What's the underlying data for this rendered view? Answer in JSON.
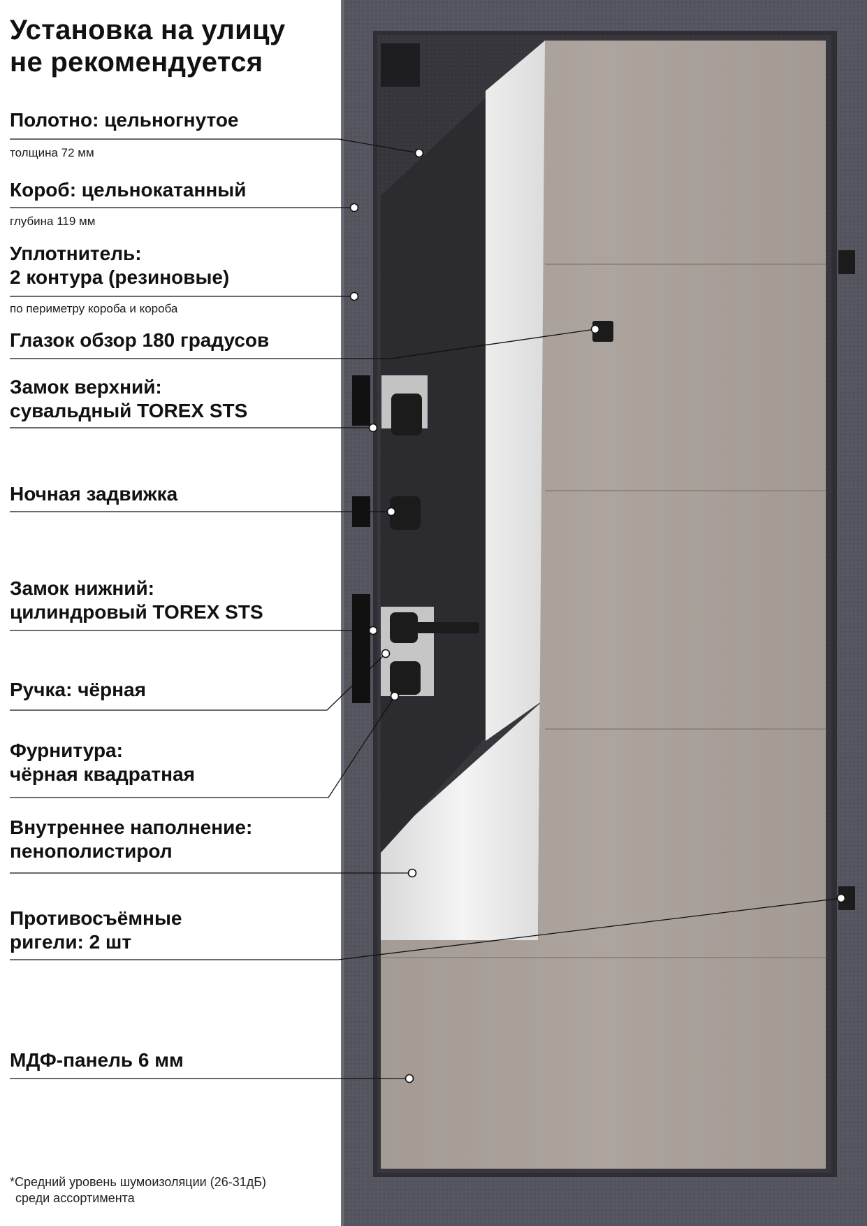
{
  "heading": {
    "line1": "Установка на улицу",
    "line2": "не рекомендуется"
  },
  "callouts": [
    {
      "id": "polotno",
      "lines": [
        "Полотно: цельногнутое"
      ],
      "sub": "толщина 72 мм"
    },
    {
      "id": "korob",
      "lines": [
        "Короб: цельнокатанный"
      ],
      "sub": "глубина 119 мм"
    },
    {
      "id": "uplotnitel",
      "lines": [
        "Уплотнитель:",
        "2 контура (резиновые)"
      ],
      "sub": "по периметру короба и короба"
    },
    {
      "id": "glazok",
      "lines": [
        "Глазок обзор 180 градусов"
      ]
    },
    {
      "id": "zamok-verh",
      "lines": [
        "Замок верхний:",
        "сувальдный TOREX STS"
      ]
    },
    {
      "id": "zadvizhka",
      "lines": [
        "Ночная задвижка"
      ]
    },
    {
      "id": "zamok-niz",
      "lines": [
        "Замок нижний:",
        "цилиндровый TOREX STS"
      ]
    },
    {
      "id": "ruchka",
      "lines": [
        "Ручка: чёрная"
      ]
    },
    {
      "id": "furnitura",
      "lines": [
        "Фурнитура:",
        "чёрная квадратная"
      ]
    },
    {
      "id": "napolnenie",
      "lines": [
        "Внутреннее наполнение:",
        "пенополистирол"
      ]
    },
    {
      "id": "rigeli",
      "lines": [
        "Противосъёмные",
        "ригели: 2 шт"
      ]
    },
    {
      "id": "mdf",
      "lines": [
        "МДФ-панель 6 мм"
      ]
    }
  ],
  "footnote": {
    "line1": "*Средний уровень шумоизоляции (26-31дБ)",
    "line2": "среди ассортимента"
  },
  "colors": {
    "frame": "#55555f",
    "frame_dark": "#3c3c44",
    "door_metal": "#36363c",
    "insulation": "#e9e9e9",
    "mdf_panel": "#a89f99",
    "hardware": "#1b1b1b",
    "plate": "#bfbfbf",
    "leader_line": "#111111"
  }
}
